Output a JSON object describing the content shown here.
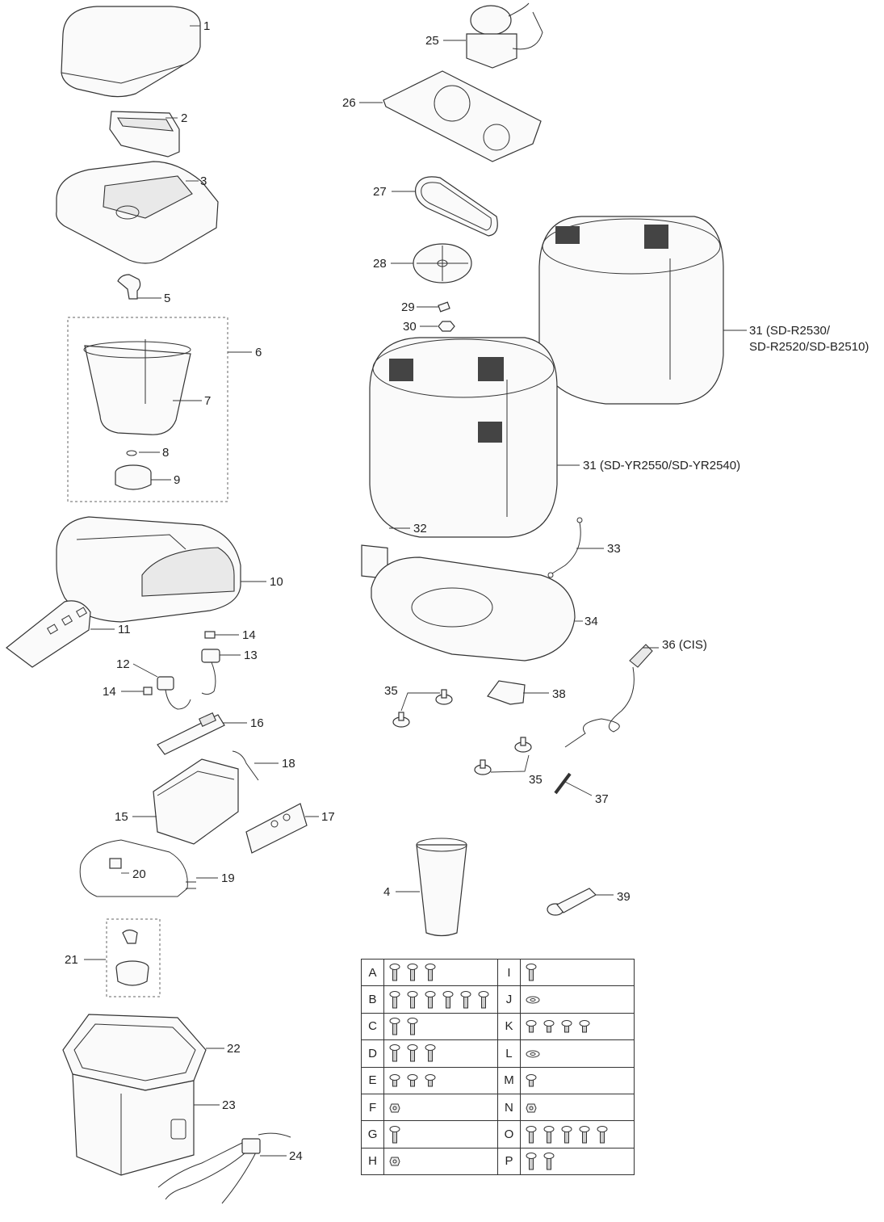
{
  "labels": {
    "p1": "1",
    "p2": "2",
    "p3": "3",
    "p4": "4",
    "p5": "5",
    "p6": "6",
    "p7": "7",
    "p8": "8",
    "p9": "9",
    "p10": "10",
    "p11": "11",
    "p12": "12",
    "p13": "13",
    "p14a": "14",
    "p14b": "14",
    "p15": "15",
    "p16": "16",
    "p17": "17",
    "p18": "18",
    "p19": "19",
    "p20": "20",
    "p21": "21",
    "p22": "22",
    "p23": "23",
    "p24": "24",
    "p25": "25",
    "p26": "26",
    "p27": "27",
    "p28": "28",
    "p29": "29",
    "p30": "30",
    "p31a_line1": "31 (SD-R2530/",
    "p31a_line2": "SD-R2520/SD-B2510)",
    "p31b": "31 (SD-YR2550/SD-YR2540)",
    "p32": "32",
    "p33": "33",
    "p34": "34",
    "p35a": "35",
    "p35b": "35",
    "p36": "36 (CIS)",
    "p37": "37",
    "p38": "38",
    "p39": "39"
  },
  "fasteners": [
    {
      "left_code": "A",
      "left_count": 3,
      "left_type": "screw",
      "right_code": "I",
      "right_count": 1,
      "right_type": "screw"
    },
    {
      "left_code": "B",
      "left_count": 6,
      "left_type": "screw",
      "right_code": "J",
      "right_count": 1,
      "right_type": "washer"
    },
    {
      "left_code": "C",
      "left_count": 2,
      "left_type": "screw",
      "right_code": "K",
      "right_count": 4,
      "right_type": "short-screw"
    },
    {
      "left_code": "D",
      "left_count": 3,
      "left_type": "screw",
      "right_code": "L",
      "right_count": 1,
      "right_type": "washer"
    },
    {
      "left_code": "E",
      "left_count": 3,
      "left_type": "short-screw",
      "right_code": "M",
      "right_count": 1,
      "right_type": "short-screw"
    },
    {
      "left_code": "F",
      "left_count": 1,
      "left_type": "nut",
      "right_code": "N",
      "right_count": 1,
      "right_type": "nut"
    },
    {
      "left_code": "G",
      "left_count": 1,
      "left_type": "screw",
      "right_code": "O",
      "right_count": 5,
      "right_type": "screw"
    },
    {
      "left_code": "H",
      "left_count": 1,
      "left_type": "nut",
      "right_code": "P",
      "right_count": 2,
      "right_type": "screw"
    }
  ]
}
